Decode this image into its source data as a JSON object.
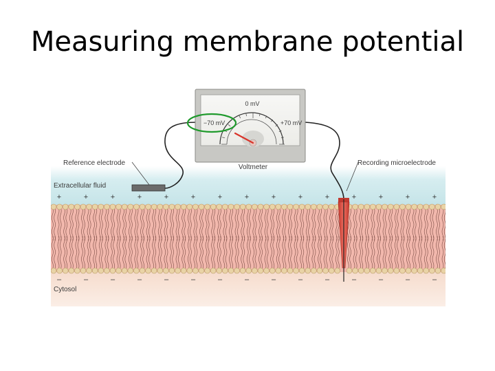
{
  "slide": {
    "title": "Measuring membrane potential"
  },
  "diagram": {
    "voltmeter": {
      "label": "Voltmeter",
      "scale_zero": "0 mV",
      "scale_negative": "−70 mV",
      "scale_positive": "+70 mV",
      "needle_reading_mv": -70
    },
    "reference_electrode_label": "Reference electrode",
    "recording_microelectrode_label": "Recording microelectrode",
    "extracellular_label": "Extracellular fluid",
    "cytosol_label": "Cytosol",
    "extracellular_charge_symbol": "+",
    "cytosol_charge_symbol": "–",
    "colors": {
      "extracellular": "#c9e6ea",
      "membrane_tails": "#f2b3a8",
      "phospholipid_heads": "#e9d3a6",
      "cytosol": "#f6dccd",
      "microelectrode": "#e0554a",
      "highlight_circle": "#1f9a2c",
      "needle": "#d9342a"
    }
  }
}
